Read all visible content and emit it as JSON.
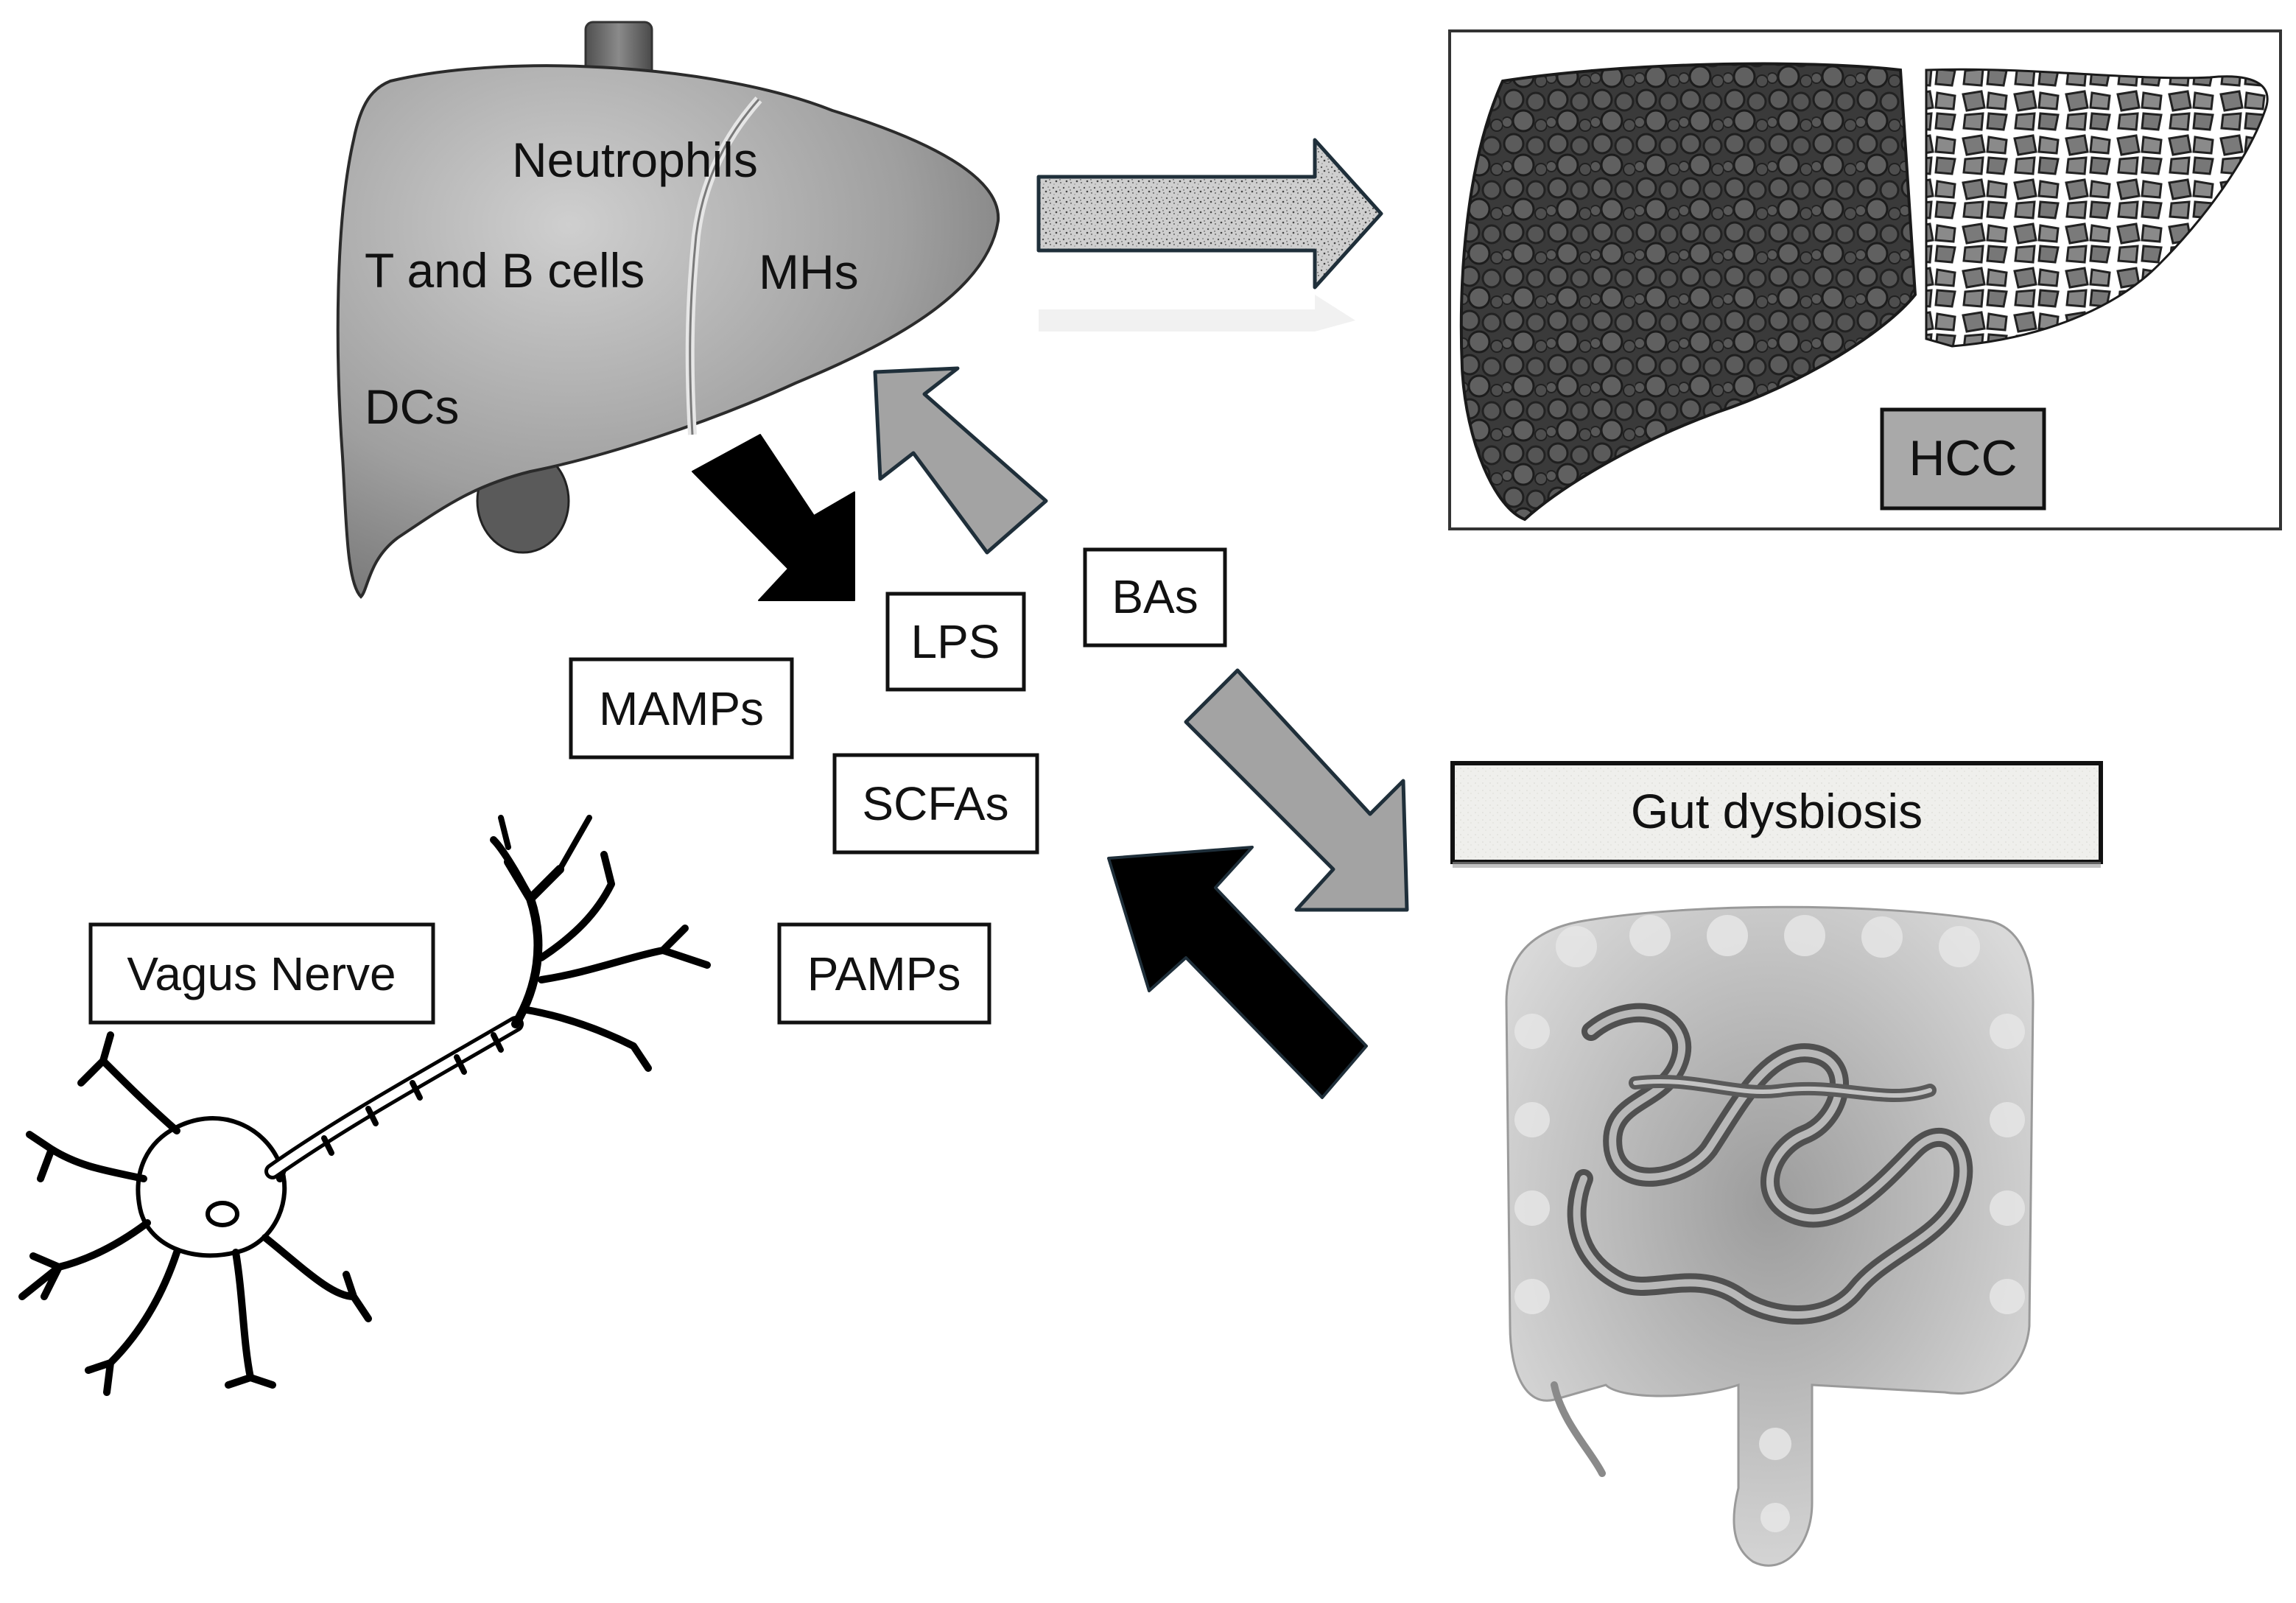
{
  "liver": {
    "labels": {
      "neutrophils": "Neutrophils",
      "t_and_b_cells": "T and B cells",
      "mhs": "MHs",
      "dcs": "DCs"
    }
  },
  "hcc": {
    "label": "HCC"
  },
  "boxes": {
    "lps": "LPS",
    "bas": "BAs",
    "mamps": "MAMPs",
    "scfas": "SCFAs",
    "pamps": "PAMPs",
    "vagus_nerve": "Vagus Nerve",
    "gut_dysbiosis": "Gut dysbiosis"
  },
  "colors": {
    "liver_fill": "#9b9b9b",
    "black_arrow": "#000000",
    "grey_arrow": "#a3a3a3",
    "hcc_box_fill": "#a9a9a9"
  }
}
